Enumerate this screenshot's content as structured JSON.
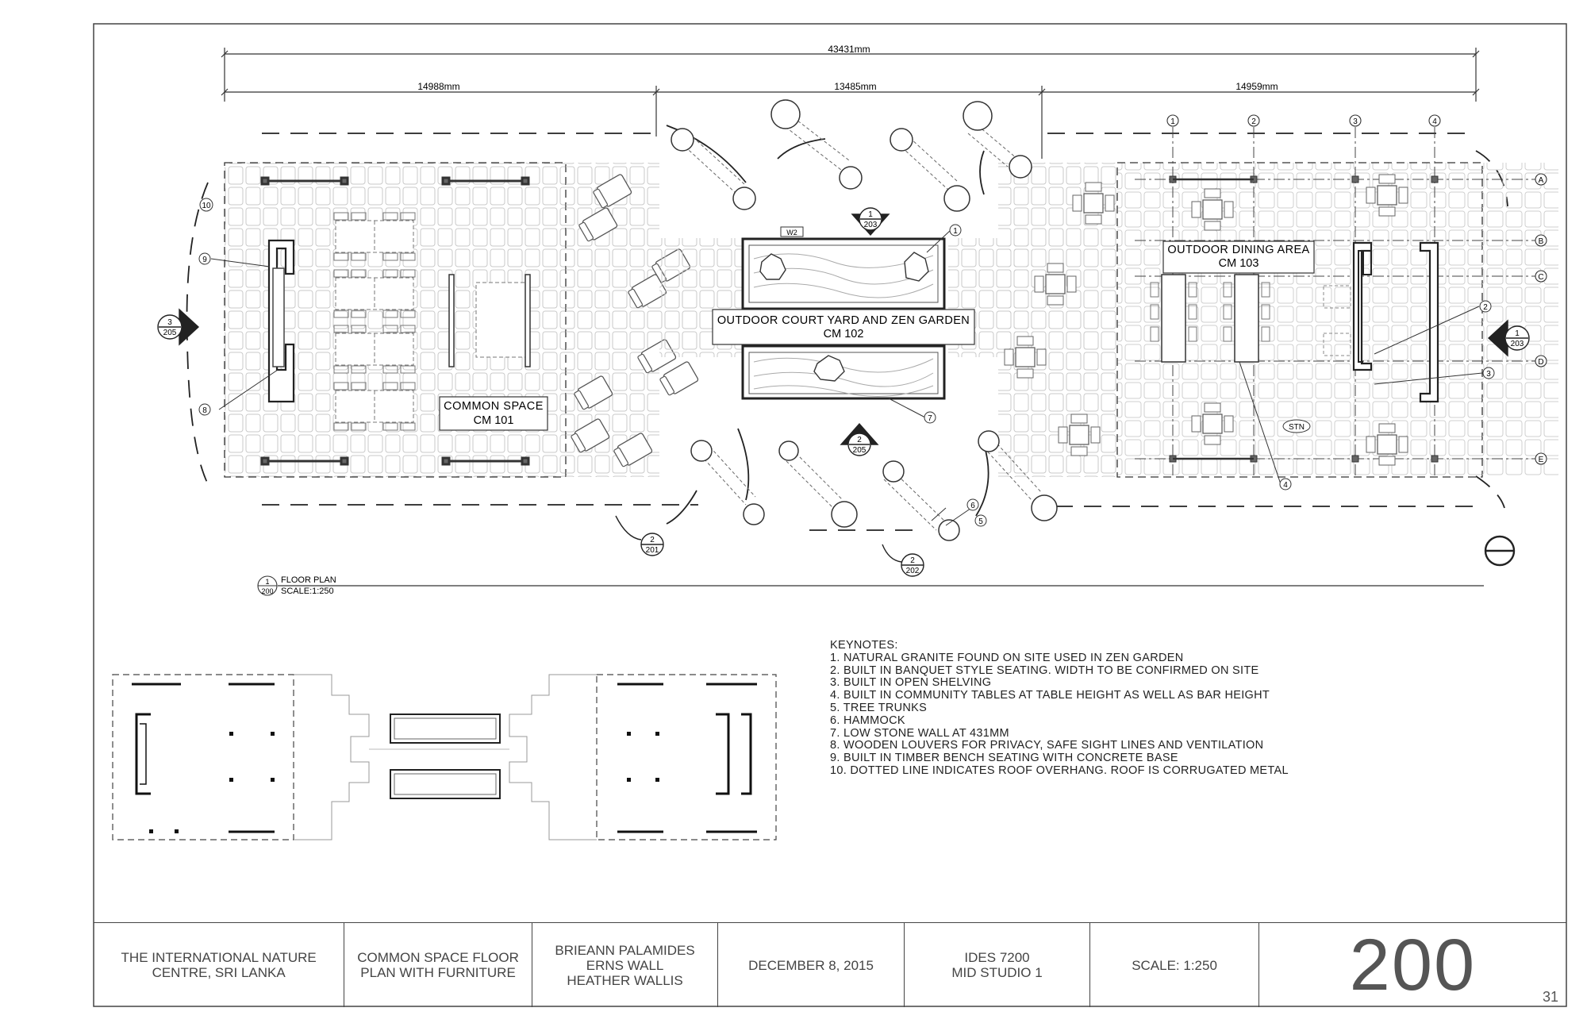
{
  "dimensions": {
    "overall": "43431mm",
    "left": "14988mm",
    "middle": "13485mm",
    "right": "14959mm"
  },
  "rooms": {
    "common": {
      "name": "COMMON SPACE",
      "code": "CM 101"
    },
    "courtyard": {
      "name": "OUTDOOR COURT YARD AND ZEN GARDEN",
      "code": "CM 102"
    },
    "dining": {
      "name": "OUTDOOR DINING AREA",
      "code": "CM 103"
    }
  },
  "grid_numbers": [
    "1",
    "2",
    "3",
    "4"
  ],
  "grid_letters": [
    "A",
    "B",
    "C",
    "D",
    "E"
  ],
  "callouts": {
    "c1": "1",
    "c2": "2",
    "c3": "3",
    "c4": "4",
    "c5": "5",
    "c6": "6",
    "c7": "7",
    "c8": "8",
    "c9": "9",
    "c10": "10"
  },
  "section_markers": {
    "s1_203_top": {
      "num": "1",
      "sheet": "203"
    },
    "s2_205_mid": {
      "num": "2",
      "sheet": "205"
    },
    "s3_205_left": {
      "num": "3",
      "sheet": "205"
    },
    "s1_203_right": {
      "num": "1",
      "sheet": "203"
    },
    "s2_201": {
      "num": "2",
      "sheet": "201"
    },
    "s2_202": {
      "num": "2",
      "sheet": "202"
    }
  },
  "tags": {
    "w2": "W2",
    "stn": "STN"
  },
  "drawing_title": {
    "num": "1",
    "sheet": "200",
    "title": "FLOOR PLAN",
    "scale": "SCALE:1:250"
  },
  "keynotes": {
    "heading": "KEYNOTES:",
    "items": [
      "1.  NATURAL GRANITE FOUND ON SITE USED IN ZEN GARDEN",
      "2.  BUILT IN BANQUET STYLE SEATING. WIDTH TO BE CONFIRMED ON SITE",
      "3.  BUILT IN OPEN SHELVING",
      "4.  BUILT IN COMMUNITY TABLES AT TABLE HEIGHT AS WELL AS BAR HEIGHT",
      "5.  TREE TRUNKS",
      "6.  HAMMOCK",
      "7.  LOW STONE WALL AT 431MM",
      "8.  WOODEN LOUVERS FOR PRIVACY, SAFE SIGHT LINES AND VENTILATION",
      "9.  BUILT IN TIMBER BENCH SEATING WITH CONCRETE BASE",
      "10.  DOTTED LINE INDICATES ROOF OVERHANG. ROOF IS CORRUGATED METAL"
    ]
  },
  "title_block": {
    "project": "THE INTERNATIONAL NATURE\nCENTRE, SRI LANKA",
    "drawing": "COMMON SPACE FLOOR\nPLAN WITH FURNITURE",
    "authors": "BRIEANN PALAMIDES\nERNS WALL\nHEATHER WALLIS",
    "date": "DECEMBER 8, 2015",
    "course": "IDES 7200\nMID STUDIO 1",
    "scale": "SCALE: 1:250",
    "sheet_number": "200"
  },
  "page_number": "31"
}
